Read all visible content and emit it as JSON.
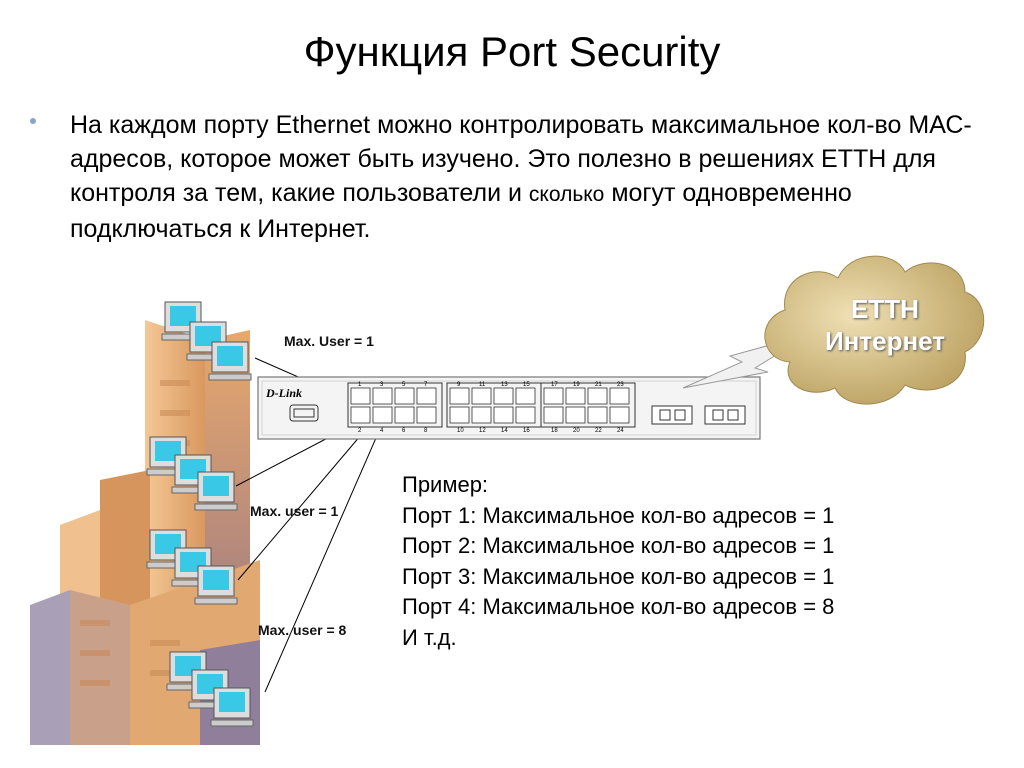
{
  "slide": {
    "title": "Функция Port Security",
    "bullet_main": "На каждом порту Ethernet можно контролировать максимальное кол-во МАС-адресов, которое может быть изучено. Это полезно в решениях ЕТТН для контроля за тем, какие пользователи и",
    "bullet_tail": "сколько",
    "bullet_end": "могут одновременно подключаться к Интернет."
  },
  "cloud": {
    "line1": "ETTH",
    "line2": "Интернет"
  },
  "switch": {
    "brand": "D-Link",
    "top_port_numbers": [
      "1",
      "3",
      "5",
      "7",
      "9",
      "11",
      "13",
      "15",
      "17",
      "19",
      "21",
      "23"
    ],
    "bottom_port_numbers": [
      "2",
      "4",
      "6",
      "8",
      "10",
      "12",
      "14",
      "16",
      "18",
      "20",
      "22",
      "24"
    ]
  },
  "labels": {
    "port1": "Max. User = 1",
    "port2": "Max. user = 1",
    "port4": "Max. user = 8"
  },
  "example": {
    "heading": "Пример:",
    "lines": [
      "Порт 1: Максимальное кол-во адресов = 1",
      "Порт 2: Максимальное кол-во адресов = 1",
      "Порт 3: Максимальное кол-во адресов = 1",
      "Порт 4: Максимальное кол-во адресов = 8",
      "И т.д."
    ]
  },
  "colors": {
    "building": "#e8b07a",
    "screen": "#39c8e6",
    "cloud": "#d9c28a",
    "bullet": "#8aa4c8"
  }
}
